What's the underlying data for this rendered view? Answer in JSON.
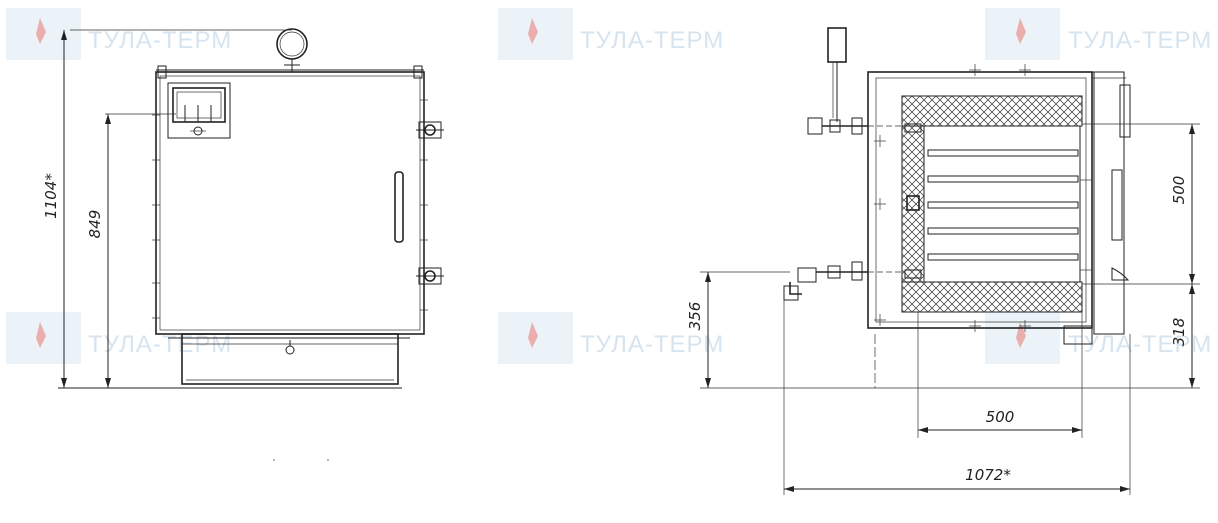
{
  "watermark": {
    "text": "ТУЛА-ТЕРМ",
    "color": "#cfe0ee",
    "logo_color": "#e06a6a"
  },
  "dimensions": {
    "front_total_height": "1104*",
    "front_body_height": "849",
    "side_inner_height": "500",
    "side_bottom_offset": "318",
    "side_pipe_height": "356",
    "side_inner_width": "500",
    "side_total_width": "1072*"
  }
}
